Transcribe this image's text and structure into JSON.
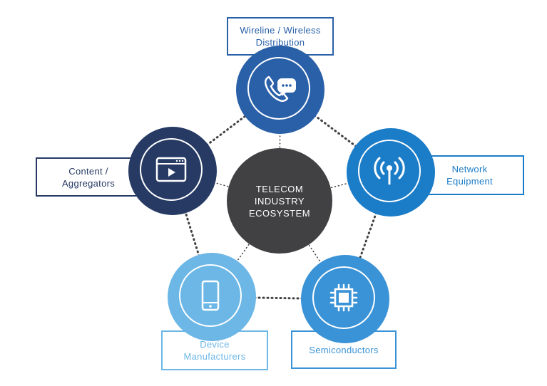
{
  "center": {
    "line1": "TELECOM",
    "line2": "INDUSTRY",
    "line3": "ECOSYSTEM",
    "color": "#414143"
  },
  "nodes": {
    "wireline": {
      "label": "Wireline / Wireless\nDistribution",
      "color": "#2960a8",
      "icon": "phone-chat-icon"
    },
    "network": {
      "label": "Network\nEquipment",
      "color": "#1b7cc8",
      "icon": "antenna-icon"
    },
    "semiconductors": {
      "label": "Semiconductors",
      "color": "#3a93d6",
      "icon": "chip-icon"
    },
    "device": {
      "label": "Device\nManufacturers",
      "color": "#6cb7e6",
      "icon": "smartphone-icon"
    },
    "content": {
      "label": "Content /\nAggregators",
      "color": "#263a64",
      "icon": "video-player-icon"
    }
  }
}
